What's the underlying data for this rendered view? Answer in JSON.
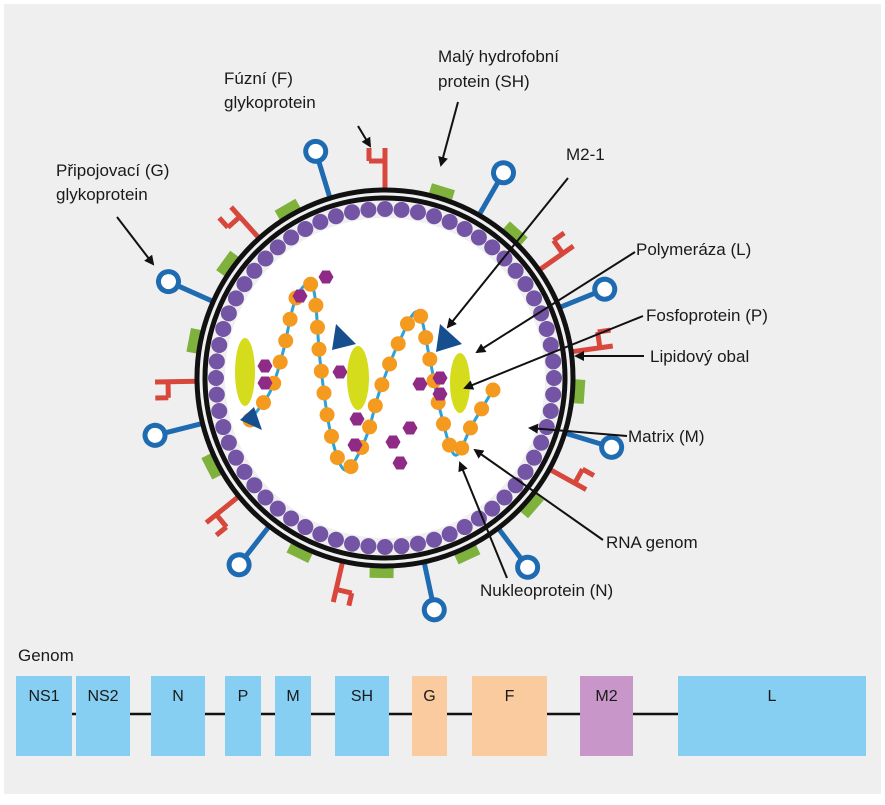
{
  "labels": {
    "fusion_line1": "Fúzní (F)",
    "fusion_line2": "glykoprotein",
    "sh_line1": "Malý hydrofobní",
    "sh_line2": "protein (SH)",
    "attach_line1": "Připojovací (G)",
    "attach_line2": "glykoprotein",
    "m21": "M2-1",
    "polymerase": "Polymeráza (L)",
    "phospho": "Fosfoprotein (P)",
    "lipid": "Lipidový obal",
    "matrix": "Matrix (M)",
    "rna": "RNA genom",
    "nucleo": "Nukleoprotein (N)"
  },
  "genome": {
    "title": "Genom",
    "genes": [
      {
        "name": "NS1",
        "color": "#86cef2"
      },
      {
        "name": "NS2",
        "color": "#86cef2"
      },
      {
        "name": "N",
        "color": "#86cef2"
      },
      {
        "name": "P",
        "color": "#86cef2"
      },
      {
        "name": "M",
        "color": "#86cef2"
      },
      {
        "name": "SH",
        "color": "#86cef2"
      },
      {
        "name": "G",
        "color": "#fbcba0"
      },
      {
        "name": "F",
        "color": "#fbcba0"
      },
      {
        "name": "M2",
        "color": "#c996c9"
      },
      {
        "name": "L",
        "color": "#86cef2"
      }
    ]
  },
  "colors": {
    "panel": "#efefef",
    "membrane": "#111111",
    "matrix": "#7454a4",
    "g_protein": "#1f6bb2",
    "f_protein": "#d7473c",
    "sh_protein": "#7fb23c",
    "rna": "#29a3d9",
    "nucleoprotein": "#f39a1f",
    "m21": "#8f2b86",
    "polymerase": "#d5dc1c",
    "phosphoprotein": "#154f8e"
  }
}
